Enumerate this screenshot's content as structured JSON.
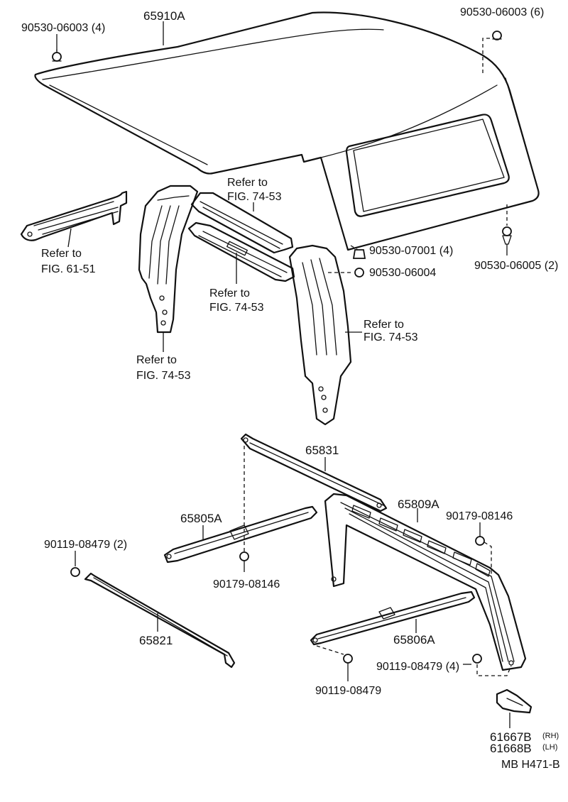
{
  "labels": {
    "canopy_part": "65910A",
    "bolt_front": "90530-06003 (4)",
    "bolt_rear": "90530-06003 (6)",
    "clip_mid": "90530-07001 (4)",
    "clip_mid2": "90530-06004",
    "bolt_lower_right": "90530-06005 (2)",
    "ref_fig_61_51_a": "Refer to",
    "ref_fig_61_51_b": "FIG. 61-51",
    "ref_top_a": "Refer to",
    "ref_top_b": "FIG. 74-53",
    "ref_center_a": "Refer to",
    "ref_center_b": "FIG. 74-53",
    "ref_left_a": "Refer to",
    "ref_left_b": "FIG. 74-53",
    "ref_right_a": "Refer to",
    "ref_right_b": "FIG. 74-53",
    "rail_top": "65831",
    "rail_left": "65805A",
    "frame": "65809A",
    "screw_right": "90179-08146",
    "screw_left": "90179-08146",
    "bolt_left": "90119-08479 (2)",
    "bar_left": "65821",
    "rail_lower": "65806A",
    "bolt_lower_a": "90119-08479 (4)",
    "bolt_lower_b": "90119-08479",
    "bracket_rh": "61667B",
    "bracket_rh_tag": "(RH)",
    "bracket_lh": "61668B",
    "bracket_lh_tag": "(LH)",
    "footer_code": "MB  H471-B"
  }
}
